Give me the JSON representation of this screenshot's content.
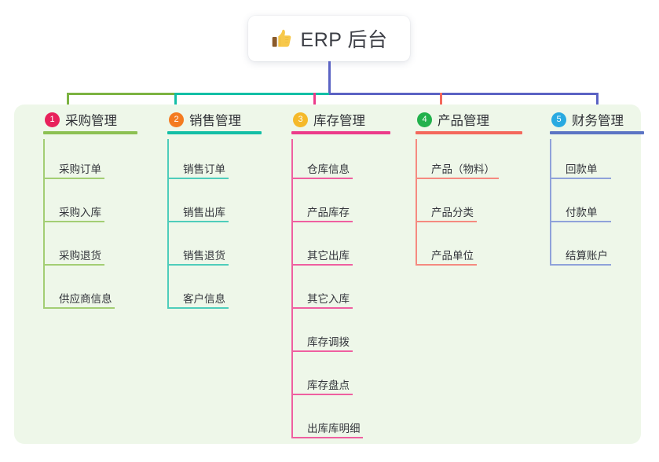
{
  "root": {
    "icon": "thumbs-up-emoji",
    "title": "ERP 后台"
  },
  "palette": {
    "panel_bg": "#eef7e9",
    "page_bg": "#ffffff",
    "stem": "#5b63c4",
    "bar_green": "#7cb342",
    "bar_teal": "#13bfa6",
    "bar_purple": "#5b63c4"
  },
  "columns": [
    {
      "number": "1",
      "title": "采购管理",
      "badge_color": "#e8215b",
      "rule_color": "#8cc152",
      "line_color": "#a3ce74",
      "drop_color": "#7cb342",
      "items": [
        "采购订单",
        "采购入库",
        "采购退货",
        "供应商信息"
      ]
    },
    {
      "number": "2",
      "title": "销售管理",
      "badge_color": "#f47b20",
      "rule_color": "#13bfa6",
      "line_color": "#4ecdbb",
      "drop_color": "#13bfa6",
      "items": [
        "销售订单",
        "销售出库",
        "销售退货",
        "客户信息"
      ]
    },
    {
      "number": "3",
      "title": "库存管理",
      "badge_color": "#f5b92a",
      "rule_color": "#ec3b8a",
      "line_color": "#ef5fa0",
      "drop_color": "#ec3b8a",
      "items": [
        "仓库信息",
        "产品库存",
        "其它出库",
        "其它入库",
        "库存调拨",
        "库存盘点",
        "出库库明细"
      ]
    },
    {
      "number": "4",
      "title": "产品管理",
      "badge_color": "#22b14c",
      "rule_color": "#f4685c",
      "line_color": "#f58a80",
      "drop_color": "#f4685c",
      "items": [
        "产品（物料）",
        "产品分类",
        "产品单位"
      ]
    },
    {
      "number": "5",
      "title": "财务管理",
      "badge_color": "#29aae1",
      "rule_color": "#5b74c4",
      "line_color": "#8fa2da",
      "drop_color": "#5b63c4",
      "items": [
        "回款单",
        "付款单",
        "结算账户"
      ]
    }
  ]
}
